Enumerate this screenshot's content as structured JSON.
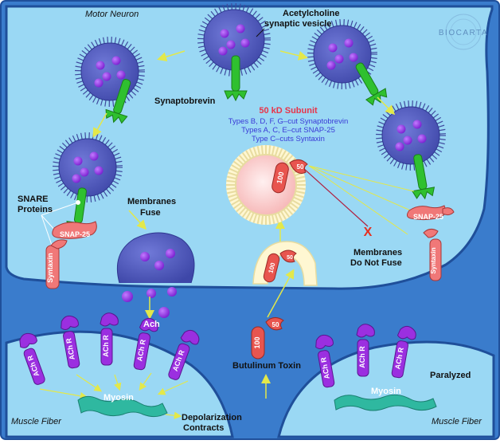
{
  "brand": "BIOCARTA",
  "regions": {
    "motor_neuron": "Motor Neuron",
    "muscle_fiber_left": "Muscle Fiber",
    "muscle_fiber_right": "Muscle Fiber"
  },
  "labels": {
    "acetylcholine_vesicle": [
      "Acetylcholine",
      "synaptic vesicle"
    ],
    "synaptobrevin": "Synaptobrevin",
    "snare_proteins": [
      "SNARE",
      "Proteins"
    ],
    "snap25": "SNAP-25",
    "syntaxin": "Syntaxin",
    "membranes_fuse": [
      "Membranes",
      "Fuse"
    ],
    "membranes_do_not_fuse": [
      "Membranes",
      "Do Not Fuse"
    ],
    "ach": "Ach",
    "ach_r": "ACh R",
    "myosin": "Myosin",
    "depolarization": [
      "Depolarization",
      "Contracts"
    ],
    "botulinum_toxin": "Butulinum Toxin",
    "paralyzed": "Paralyzed",
    "blocked_mark": "X",
    "subunit_50": "50",
    "subunit_100": "100"
  },
  "toxin_info": {
    "title": "50 kD Subunit",
    "lines": [
      "Types B, D, F, G–cut Synaptobrevin",
      "Types A, C, E–cut SNAP-25",
      "Type C–cuts Syntaxin"
    ]
  },
  "colors": {
    "neuron_fill": "#9ad8f4",
    "frame_blue": "#1f4f9a",
    "outer_blue": "#2a62ae",
    "vesicle": "#4b55b8",
    "ach_purple": "#8a2be2",
    "synaptobrevin_green": "#2fc02f",
    "snare_pink": "#f07878",
    "toxin_red": "#e8554f",
    "toxin_title_red": "#e8354a",
    "toxin_text_blue": "#3a3ad6",
    "myosin_teal": "#2fb8a0",
    "arrow_yellow": "#e3e84a"
  }
}
